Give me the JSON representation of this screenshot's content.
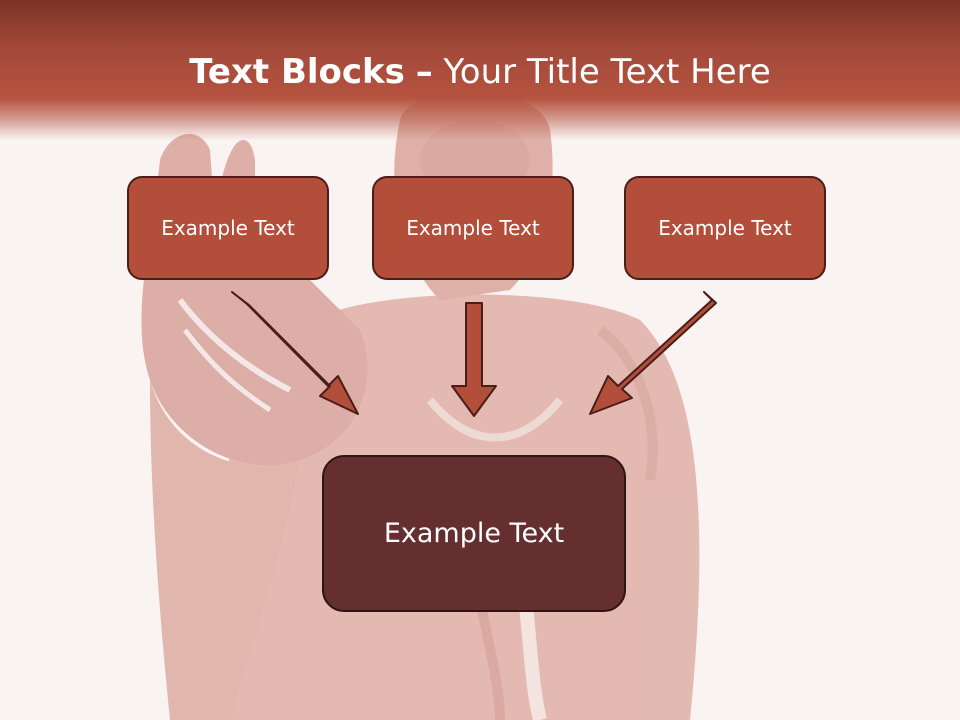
{
  "slide": {
    "title_bold": "Text Blocks",
    "title_separator": "–",
    "title_rest": "Your Title Text Here",
    "top_blocks": [
      {
        "label": "Example Text"
      },
      {
        "label": "Example Text"
      },
      {
        "label": "Example Text"
      }
    ],
    "bottom_block": {
      "label": "Example Text"
    }
  },
  "colors": {
    "title_band": "#a3493a",
    "block_fill": "#b34e3a",
    "block_border": "#4a1e18",
    "bottom_block_fill": "#652f2f",
    "arrow_fill": "#b34e3a",
    "background": "#f9f3f2"
  }
}
